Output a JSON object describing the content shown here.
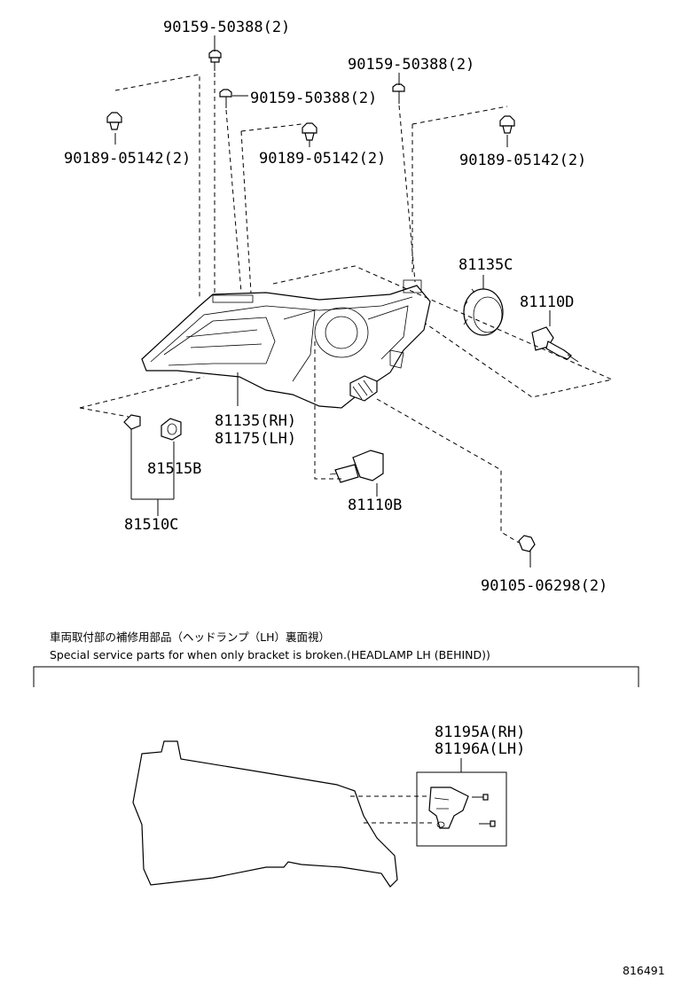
{
  "labels": {
    "p90159_a": "90159-50388(2)",
    "p90159_b": "90159-50388(2)",
    "p90159_c": "90159-50388(2)",
    "p90189_a": "90189-05142(2)",
    "p90189_b": "90189-05142(2)",
    "p90189_c": "90189-05142(2)",
    "p81135c": "81135C",
    "p81110d": "81110D",
    "p81135rh": "81135(RH)",
    "p81175lh": "81175(LH)",
    "p81515b": "81515B",
    "p81510c": "81510C",
    "p81110b": "81110B",
    "p90105": "90105-06298(2)",
    "p81195a": "81195A(RH)",
    "p81196a": "81196A(LH)"
  },
  "notes": {
    "jp": "車両取付部の補修用部品（ヘッドランプ（LH）裏面視）",
    "en": "Special service parts for when only bracket is broken.(HEADLAMP LH (BEHIND))"
  },
  "diagram_id": "816491"
}
